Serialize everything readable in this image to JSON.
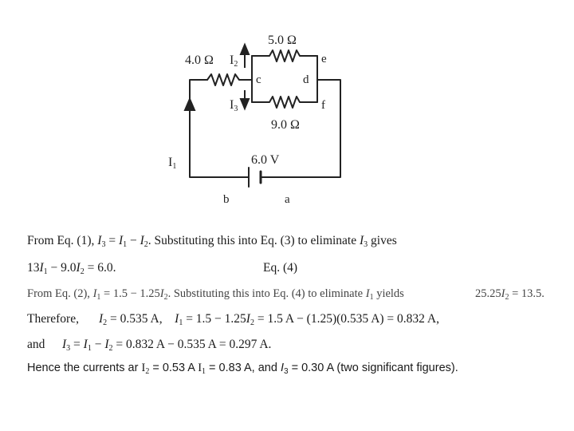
{
  "circuit": {
    "r_top": "5.0 Ω",
    "r_left": "4.0 Ω",
    "r_bottom": "9.0 Ω",
    "battery": "6.0 V",
    "node_c": "c",
    "node_d": "d",
    "node_e": "e",
    "node_f": "f",
    "node_a": "a",
    "node_b": "b",
    "current_i1": "I",
    "current_i1_sub": "1",
    "current_i2": "I",
    "current_i2_sub": "2",
    "current_i3": "I",
    "current_i3_sub": "3"
  },
  "text": {
    "l1a": "From Eq. (1),  ",
    "l1b": " Substituting this into Eq. (3) to eliminate ",
    "l1c": " gives",
    "l2a": "13",
    "l2b": " − 9.0",
    "l2c": " = 6.0.",
    "l2d": "Eq. (4)",
    "l3a": "From Eq. (2),  ",
    "l3b": " = 1.5 − 1.25",
    "l3c": ".  Substituting this into Eq. (4) to eliminate ",
    "l3d": " yields",
    "l3e": "25.25",
    "l3f": " = 13.5.",
    "l4a": "Therefore,",
    "l4b": " = 0.535 A,",
    "l4c": " =  1.5 − 1.25",
    "l4d": " = 1.5 A − (1.25)(0.535 A) = 0.832 A,",
    "l5a": "and",
    "l5b": " = ",
    "l5c": " − ",
    "l5d": " = 0.832 A − 0.535 A = 0.297 A.",
    "l6a": "Hence the currents ar",
    "l6b": " = 0.53 A ",
    "l6c": " = 0.83 A, and ",
    "l6d": " = 0.30 A (two significant figures)."
  }
}
